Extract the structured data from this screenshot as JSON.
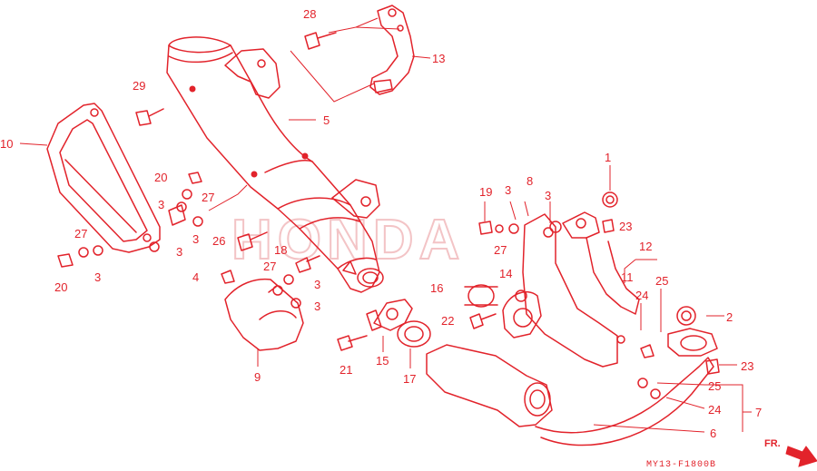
{
  "diagram": {
    "watermark_text": "HONDA",
    "drawing_code": "MY13-F1800B",
    "direction_label": "FR.",
    "accent_color": "#e2232b",
    "watermark_color": "#f3c4c6",
    "callouts": {
      "c1": "1",
      "c2": "2",
      "c3a": "3",
      "c3b": "3",
      "c3c": "3",
      "c3d": "3",
      "c3e": "3",
      "c3f": "3",
      "c3g": "3",
      "c3h": "3",
      "c4": "4",
      "c5": "5",
      "c6": "6",
      "c7": "7",
      "c8": "8",
      "c9": "9",
      "c10": "10",
      "c11": "11",
      "c12": "12",
      "c13": "13",
      "c14": "14",
      "c15": "15",
      "c16": "16",
      "c17": "17",
      "c18": "18",
      "c19": "19",
      "c20a": "20",
      "c20b": "20",
      "c21": "21",
      "c22": "22",
      "c23a": "23",
      "c23b": "23",
      "c24a": "24",
      "c24b": "24",
      "c25a": "25",
      "c25b": "25",
      "c26": "26",
      "c27a": "27",
      "c27b": "27",
      "c27c": "27",
      "c27d": "27",
      "c28": "28",
      "c29": "29"
    }
  }
}
